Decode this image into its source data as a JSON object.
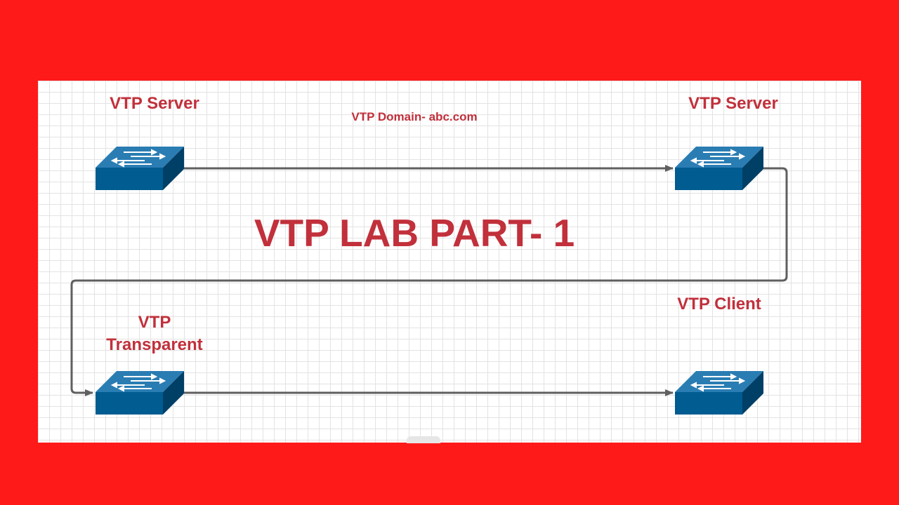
{
  "colors": {
    "border": "#ff1a1a",
    "text": "#c1303b",
    "switch_front": "#005c91",
    "switch_top": "#2a7db3",
    "switch_side": "#003f66",
    "wire": "#5f5f5f"
  },
  "diagram": {
    "title": "VTP LAB PART- 1",
    "domain_label": "VTP Domain- abc.com",
    "nodes": [
      {
        "id": "server-left",
        "label": "VTP Server",
        "icon": "switch-icon"
      },
      {
        "id": "server-right",
        "label": "VTP Server",
        "icon": "switch-icon"
      },
      {
        "id": "transparent",
        "label_line1": "VTP",
        "label_line2": "Transparent",
        "icon": "switch-icon"
      },
      {
        "id": "client",
        "label": "VTP Client",
        "icon": "switch-icon"
      }
    ],
    "links": [
      {
        "from": "server-left",
        "to": "server-right"
      },
      {
        "from": "server-right",
        "to": "transparent"
      },
      {
        "from": "transparent",
        "to": "client"
      }
    ]
  }
}
